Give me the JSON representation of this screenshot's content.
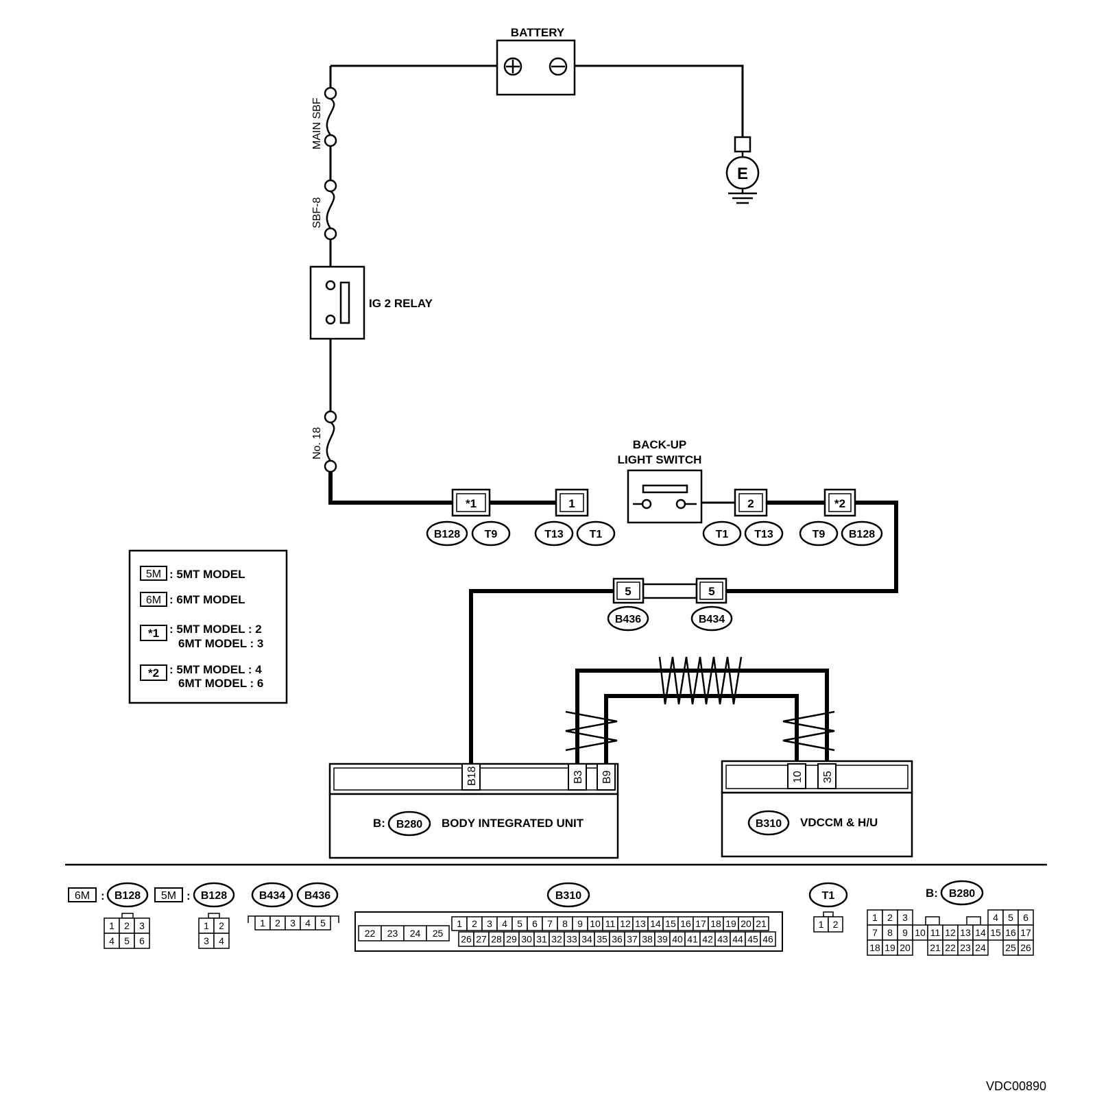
{
  "battery": {
    "label": "BATTERY",
    "pos": "+",
    "neg": "−"
  },
  "ground": {
    "label": "E"
  },
  "fuses": {
    "main": "MAIN SBF",
    "sbf8": "SBF-8",
    "no18": "No. 18"
  },
  "relay": {
    "label": "IG 2 RELAY"
  },
  "backup_switch": {
    "label_line1": "BACK-UP",
    "label_line2": "LIGHT SWITCH"
  },
  "pins": {
    "star1": "*1",
    "p1": "1",
    "p2": "2",
    "star2": "*2",
    "b436_pin": "5",
    "b434_pin": "5"
  },
  "connectors": {
    "b128": "B128",
    "t9": "T9",
    "t13": "T13",
    "t1": "T1",
    "b436": "B436",
    "b434": "B434",
    "b280": "B280",
    "b310": "B310"
  },
  "legend": {
    "m5": "5M",
    "m5_text": ": 5MT MODEL",
    "m6": "6M",
    "m6_text": ": 6MT MODEL",
    "s1": "*1",
    "s1_l1": ": 5MT MODEL  : 2",
    "s1_l2": "6MT MODEL  : 3",
    "s2": "*2",
    "s2_l1": ": 5MT MODEL  : 4",
    "s2_l2": "6MT MODEL  : 6"
  },
  "body_unit": {
    "prefix": "B:",
    "label": "BODY INTEGRATED UNIT",
    "pin_b18": "B18",
    "pin_b3": "B3",
    "pin_b9": "B9"
  },
  "vdccm": {
    "label": "VDCCM & H/U",
    "pin10": "10",
    "pin35": "35"
  },
  "connector_views": {
    "m6_tag": "6M",
    "m5_tag": "5M",
    "colon": ":",
    "b280_prefix": "B:",
    "b128_6m": [
      "1",
      "2",
      "3",
      "4",
      "5",
      "6"
    ],
    "b128_5m": [
      "1",
      "2",
      "3",
      "4"
    ],
    "b434": [
      "1",
      "2",
      "3",
      "4",
      "5"
    ],
    "b310_top": [
      "1",
      "2",
      "3",
      "4",
      "5",
      "6",
      "7",
      "8",
      "9",
      "10",
      "11",
      "12",
      "13",
      "14",
      "15",
      "16",
      "17",
      "18",
      "19",
      "20",
      "21"
    ],
    "b310_bottom": [
      "26",
      "27",
      "28",
      "29",
      "30",
      "31",
      "32",
      "33",
      "34",
      "35",
      "36",
      "37",
      "38",
      "39",
      "40",
      "41",
      "42",
      "43",
      "44",
      "45",
      "46"
    ],
    "b310_left": [
      "22",
      "23",
      "24",
      "25"
    ],
    "t1": [
      "1",
      "2"
    ],
    "b280_row1": [
      "1",
      "2",
      "3",
      "4",
      "5",
      "6"
    ],
    "b280_row2": [
      "7",
      "8",
      "9",
      "10",
      "11",
      "12",
      "13",
      "14",
      "15",
      "16",
      "17"
    ],
    "b280_row3": [
      "18",
      "19",
      "20",
      "21",
      "22",
      "23",
      "24",
      "25",
      "26"
    ]
  },
  "footer_code": "VDC00890"
}
